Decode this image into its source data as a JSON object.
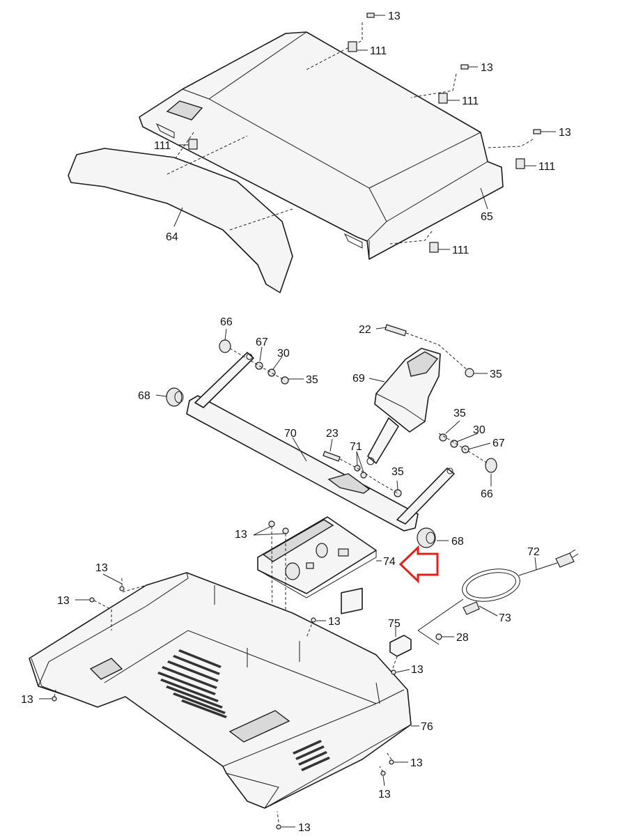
{
  "callouts": {
    "c13": "13",
    "c111": "111",
    "c65": "65",
    "c64": "64",
    "c66": "66",
    "c67": "67",
    "c30": "30",
    "c35": "35",
    "c22": "22",
    "c69": "69",
    "c68": "68",
    "c70": "70",
    "c23": "23",
    "c71": "71",
    "c74": "74",
    "c72": "72",
    "c73": "73",
    "c75": "75",
    "c28": "28",
    "c76": "76"
  },
  "highlight": {
    "part": "74",
    "color": "#e0201b",
    "shape": "arrow-pointing-left"
  }
}
